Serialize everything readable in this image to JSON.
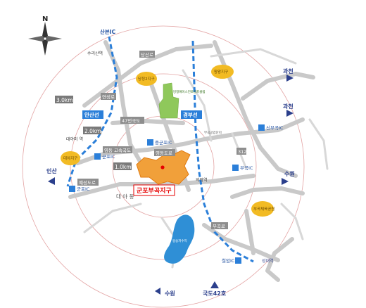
{
  "compass": {
    "north": "N"
  },
  "site": {
    "label": "군포부곡지구"
  },
  "distances": {
    "d3": "3.0km",
    "d2": "2.0km",
    "d1": "1.0km"
  },
  "rail_lines": {
    "ansan": "안산선",
    "gyeongbu": "경부선"
  },
  "interchanges": {
    "sanbon": "산본IC",
    "jungumpo": "중군포IC",
    "gunpo": "군포IC",
    "gunpo2": "군포IC",
    "bugok": "부곡IC",
    "sinbugok": "신부곡IC",
    "cheolsan": "철암IC"
  },
  "direction_labels": {
    "gwacheon1": "과천",
    "gwacheon2": "과천",
    "ansan": "인산",
    "suwon_east": "수원",
    "suwon_south": "수원",
    "route42": "국도42호",
    "seongdae": "성대역"
  },
  "districts": {
    "dangjeong": "당정2지구",
    "uiwang": "왕왕지구",
    "daeya": "대야지구",
    "sports": "부곡체육공원"
  },
  "roads": {
    "dangsan": "당산로",
    "yeonseong": "연성로",
    "national47": "47번국도",
    "yeongdong": "영동 고속국도",
    "yeongdong2": "영동도로",
    "yesung": "예성도로",
    "bugok_road": "부곡로",
    "r312": "312"
  },
  "stations": {
    "suriseon": "수리산역",
    "daeyami": "대야미 역",
    "uiwang_st": "의왕역",
    "daeyadong": "대 야 동"
  },
  "small_labels": {
    "green": "당정에이스진로골프클럽",
    "lake": "왕송저수지",
    "complex": "부곡공업단지"
  }
}
